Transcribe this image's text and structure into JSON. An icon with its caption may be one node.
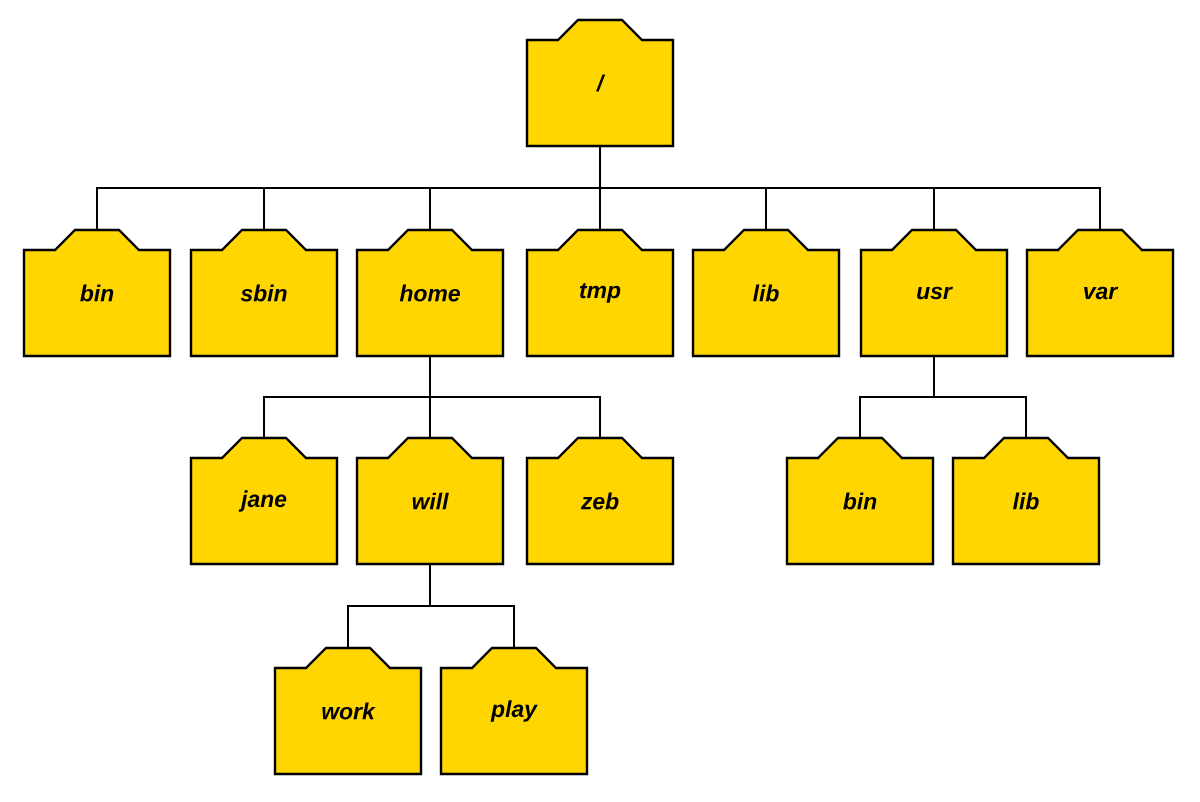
{
  "diagram": {
    "nodes": [
      {
        "text": [
          "/"
        ]
      },
      {
        "text": [
          "bin"
        ]
      },
      {
        "text": [
          "sbin"
        ]
      },
      {
        "text": [
          "home"
        ]
      },
      {
        "text": [
          "tmp"
        ]
      },
      {
        "text": [
          "lib"
        ]
      },
      {
        "text": [
          "usr"
        ]
      },
      {
        "text": [
          "var"
        ]
      },
      {
        "text": [
          "jane"
        ]
      },
      {
        "text": [
          "will"
        ]
      },
      {
        "text": [
          "zeb"
        ]
      },
      {
        "text": [
          "bin"
        ]
      },
      {
        "text": [
          "lib"
        ]
      },
      {
        "text": [
          "work"
        ]
      },
      {
        "text": [
          "play"
        ]
      }
    ],
    "edges": [
      {
        "from": 0,
        "to": 1,
        "arrow": "none"
      },
      {
        "from": 0,
        "to": 2,
        "arrow": "none"
      },
      {
        "from": 0,
        "to": 3,
        "arrow": "none"
      },
      {
        "from": 0,
        "to": 4,
        "arrow": "none"
      },
      {
        "from": 0,
        "to": 5,
        "arrow": "none"
      },
      {
        "from": 0,
        "to": 6,
        "arrow": "none"
      },
      {
        "from": 0,
        "to": 7,
        "arrow": "none"
      },
      {
        "from": 3,
        "to": 8,
        "arrow": "none"
      },
      {
        "from": 3,
        "to": 9,
        "arrow": "none"
      },
      {
        "from": 3,
        "to": 10,
        "arrow": "none"
      },
      {
        "from": 6,
        "to": 11,
        "arrow": "none"
      },
      {
        "from": 6,
        "to": 12,
        "arrow": "none"
      },
      {
        "from": 9,
        "to": 13,
        "arrow": "none"
      },
      {
        "from": 9,
        "to": 14,
        "arrow": "none"
      }
    ]
  }
}
